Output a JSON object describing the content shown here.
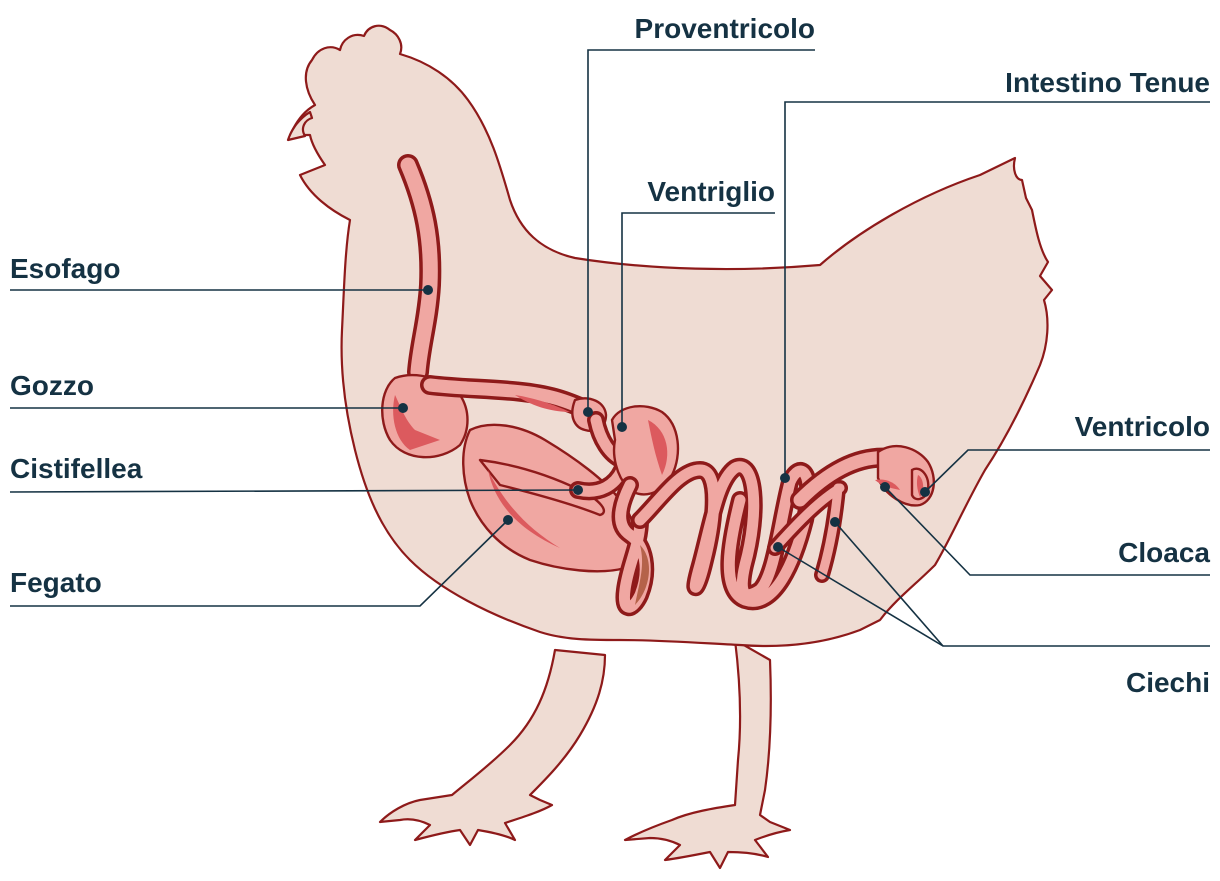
{
  "labels": {
    "esofago": "Esofago",
    "gozzo": "Gozzo",
    "cistifellea": "Cistifellea",
    "fegato": "Fegato",
    "proventricolo": "Proventricolo",
    "ventriglio": "Ventriglio",
    "intestino_tenue": "Intestino Tenue",
    "ventricolo": "Ventricolo",
    "cloaca": "Cloaca",
    "ciechi": "Ciechi"
  },
  "colors": {
    "label_text": "#153243",
    "body_fill": "#efdcd3",
    "outline": "#8e1a1a",
    "organ_fill": "#f0a7a2",
    "organ_shade": "#dc5a5e"
  }
}
